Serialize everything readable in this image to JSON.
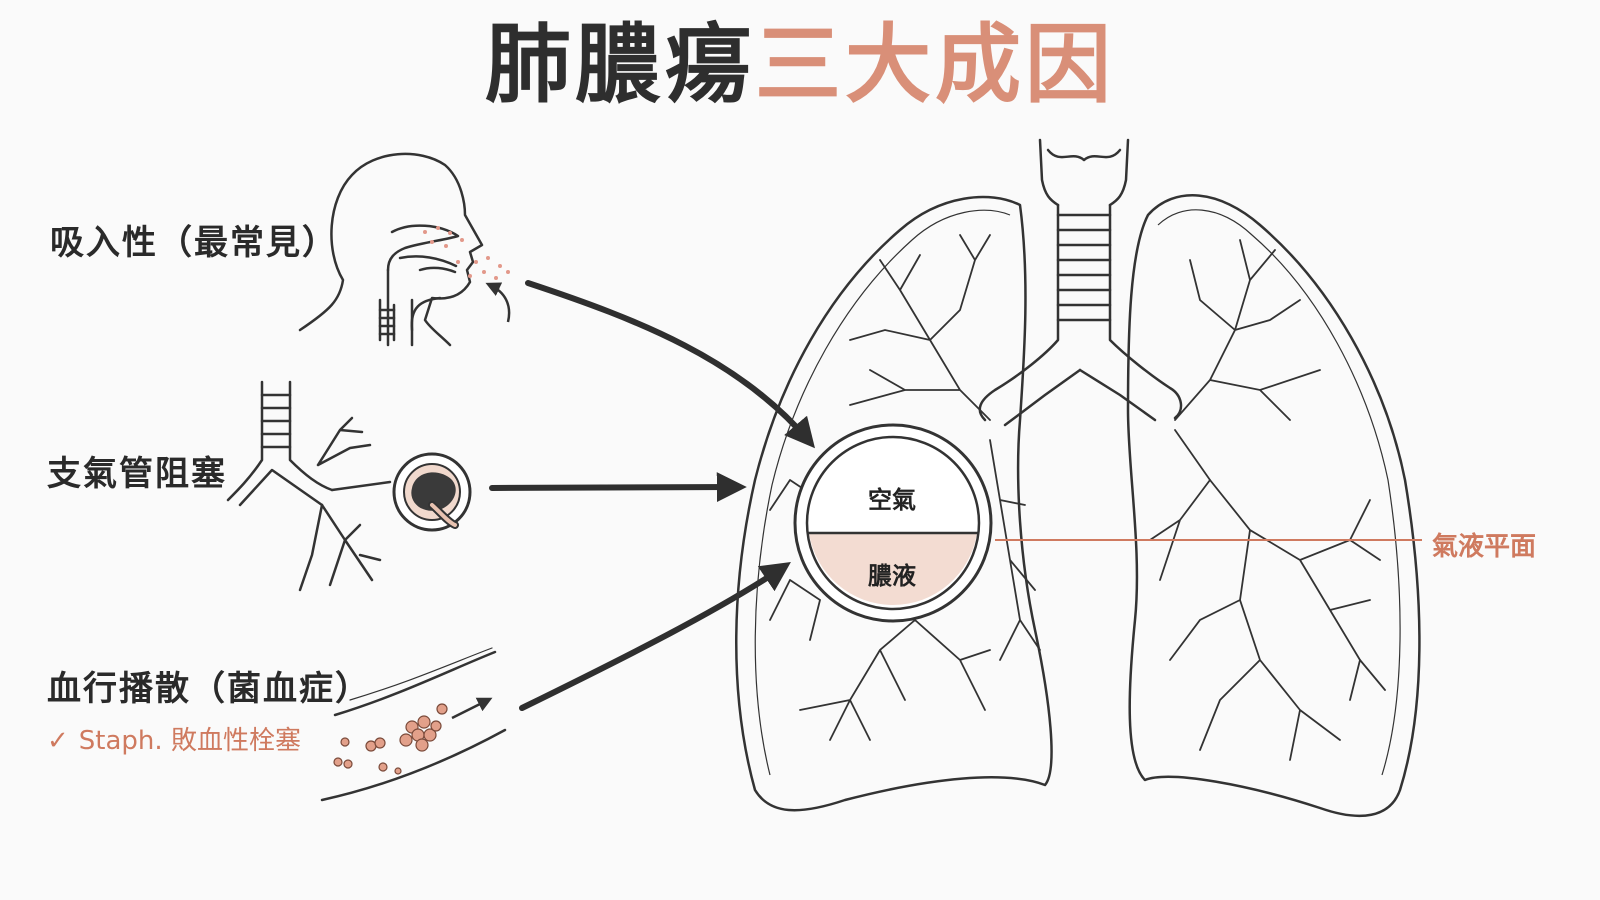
{
  "title": {
    "main": "肺膿瘍",
    "accent": "三大成因"
  },
  "causes": [
    {
      "label": "吸入性（最常見）"
    },
    {
      "label": "支氣管阻塞"
    },
    {
      "label": "血行播散（菌血症）",
      "note_check": "✓",
      "note": "Staph. 敗血性栓塞"
    }
  ],
  "abscess": {
    "top_label": "空氣",
    "bottom_label": "膿液",
    "level_label": "氣液平面"
  },
  "colors": {
    "accent": "#d98f78",
    "pus_fill": "#f3dcd2",
    "line": "#333333",
    "arrow": "#2f2f2f"
  }
}
